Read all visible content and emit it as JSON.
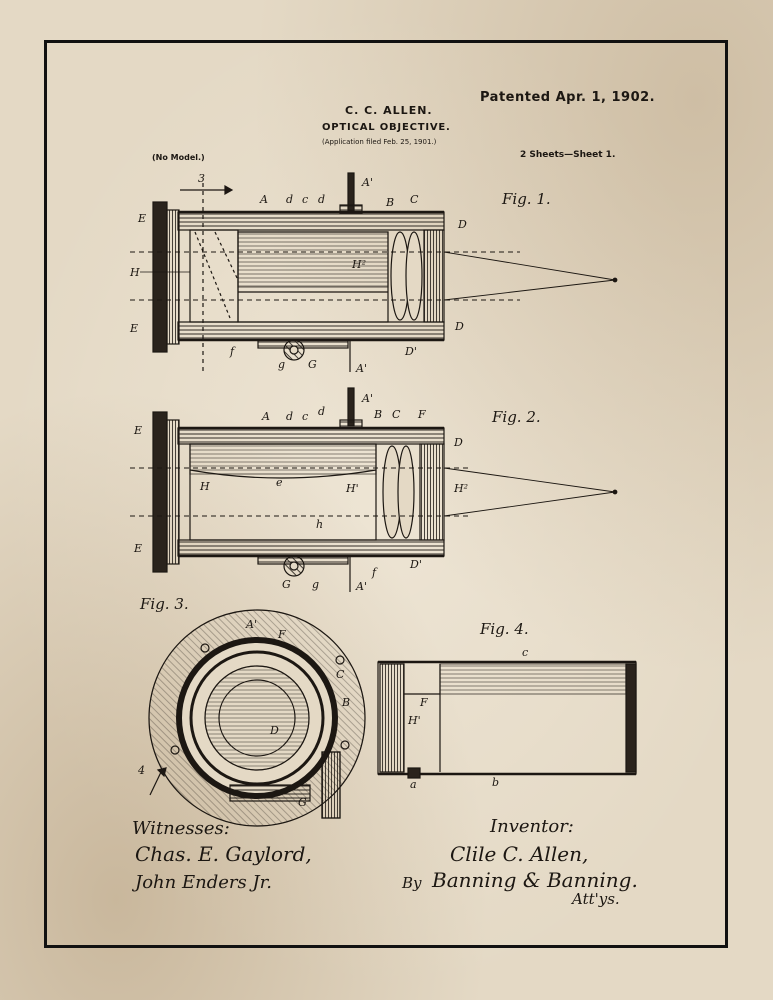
{
  "header": {
    "patented": "Patented Apr. 1, 1902.",
    "inventor_name": "C. C. ALLEN.",
    "title": "OPTICAL OBJECTIVE.",
    "filed": "(Application filed Feb. 25, 1901.)",
    "no_model": "(No Model.)",
    "sheets": "2 Sheets—Sheet 1."
  },
  "figures": {
    "fig1": "Fig. 1.",
    "fig2": "Fig. 2.",
    "fig3": "Fig. 3.",
    "fig4": "Fig. 4."
  },
  "labels": {
    "fig1": {
      "e_top": "E",
      "h": "H",
      "e_bottom": "E",
      "a": "A",
      "d1": "d",
      "c": "c",
      "d2": "d",
      "a_prime": "A'",
      "b": "B",
      "c_upper": "C",
      "d_upper": "D",
      "h2": "H²",
      "d_lower": "D",
      "d_prime": "D'",
      "f": "f",
      "g": "g",
      "g_upper": "G",
      "a_prime_b": "A'",
      "three": "3"
    },
    "fig2": {
      "e_top": "E",
      "h": "H",
      "e_bottom": "E",
      "a": "A",
      "d1": "d",
      "c": "c",
      "d2": "d",
      "a_prime": "A'",
      "b": "B",
      "c_upper": "C",
      "f_upper": "F",
      "d_upper": "D",
      "e": "e",
      "h_prime": "H'",
      "h2": "H²",
      "h_small": "h",
      "d_prime": "D'",
      "g_upper": "G",
      "g": "g",
      "f": "f",
      "a_prime_b": "A'"
    },
    "fig3": {
      "a_prime": "A'",
      "f_upper": "F",
      "c_upper": "C",
      "b": "B",
      "d_upper": "D",
      "g_upper": "G",
      "four": "4"
    },
    "fig4": {
      "c": "c",
      "f_upper": "F",
      "h_prime": "H'",
      "a": "a",
      "b": "b"
    }
  },
  "footer": {
    "witnesses_label": "Witnesses:",
    "witness1": "Chas. E. Gaylord,",
    "witness2": "John Enders Jr.",
    "inventor_label": "Inventor:",
    "inventor_signature": "Clile C. Allen,",
    "by": "By",
    "attorneys": "Banning & Banning.",
    "attys": "Att'ys."
  }
}
